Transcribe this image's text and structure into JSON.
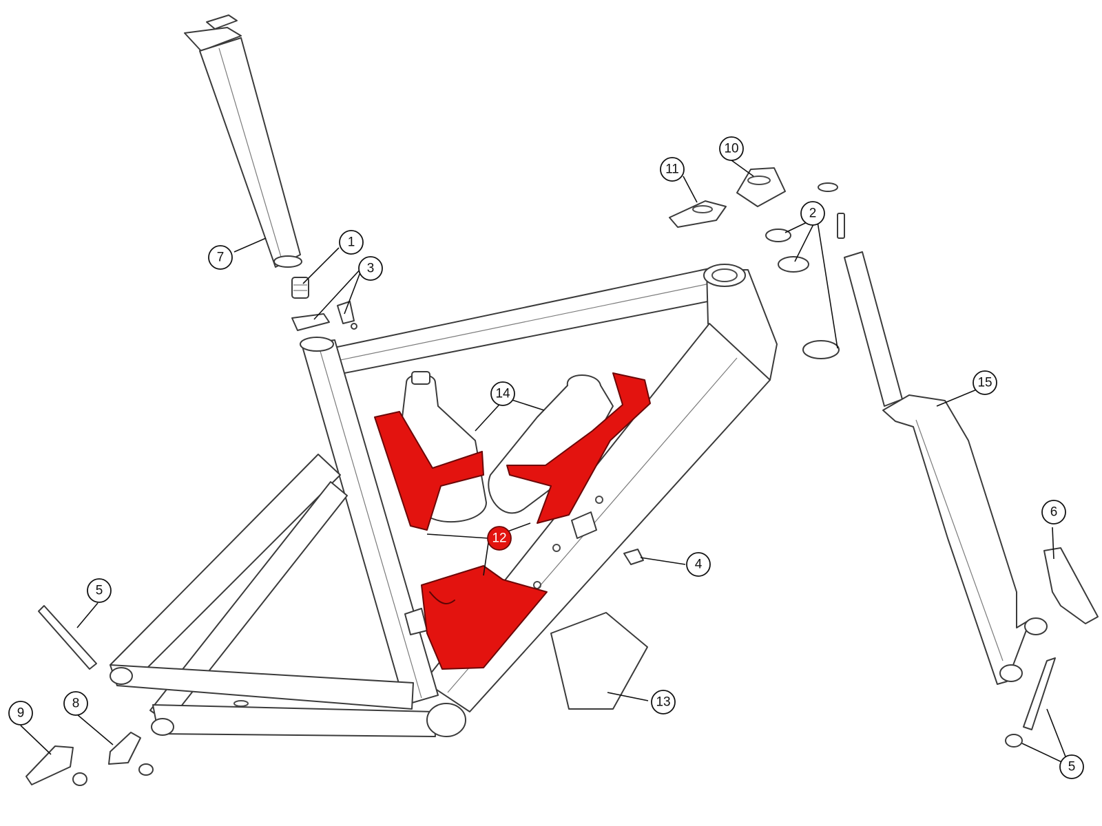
{
  "highlight_color": "#e3130f",
  "callouts": [
    {
      "id": "c1",
      "label": "1",
      "highlighted": false
    },
    {
      "id": "c2",
      "label": "2",
      "highlighted": false
    },
    {
      "id": "c3",
      "label": "3",
      "highlighted": false
    },
    {
      "id": "c4",
      "label": "4",
      "highlighted": false
    },
    {
      "id": "c5a",
      "label": "5",
      "highlighted": false
    },
    {
      "id": "c5b",
      "label": "5",
      "highlighted": false
    },
    {
      "id": "c6",
      "label": "6",
      "highlighted": false
    },
    {
      "id": "c7",
      "label": "7",
      "highlighted": false
    },
    {
      "id": "c8",
      "label": "8",
      "highlighted": false
    },
    {
      "id": "c9",
      "label": "9",
      "highlighted": false
    },
    {
      "id": "c10",
      "label": "10",
      "highlighted": false
    },
    {
      "id": "c11",
      "label": "11",
      "highlighted": false
    },
    {
      "id": "c12",
      "label": "12",
      "highlighted": true
    },
    {
      "id": "c13",
      "label": "13",
      "highlighted": false
    },
    {
      "id": "c14",
      "label": "14",
      "highlighted": false
    },
    {
      "id": "c15",
      "label": "15",
      "highlighted": false
    }
  ]
}
